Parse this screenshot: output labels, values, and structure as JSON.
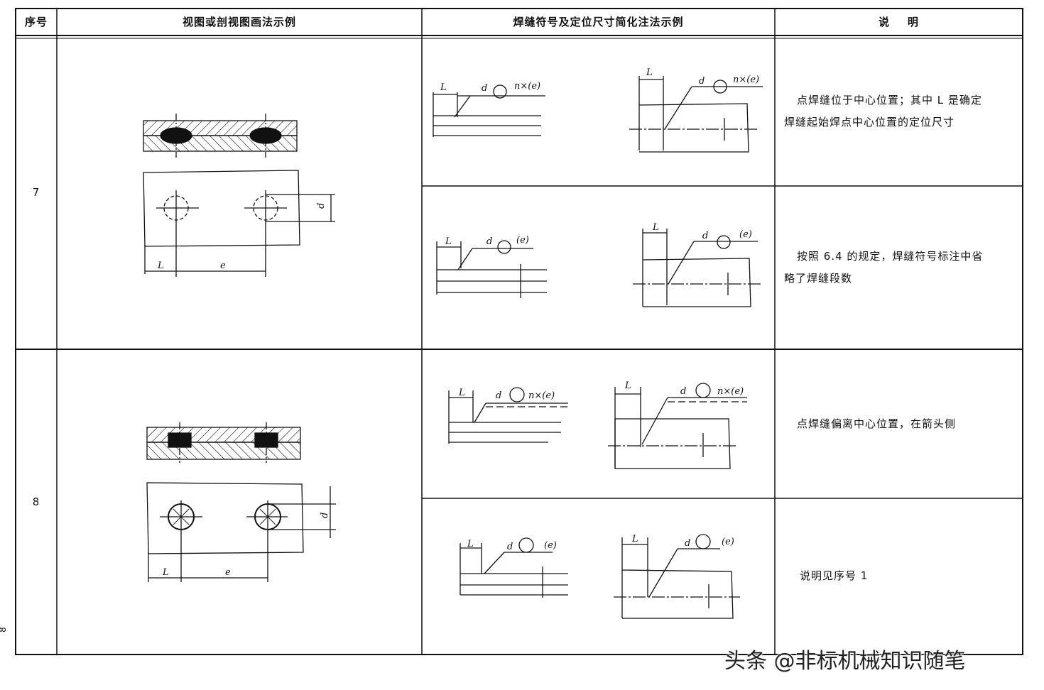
{
  "table": {
    "headers": {
      "seq": "序号",
      "view": "视图或剖视图画法示例",
      "symbol": "焊缝符号及定位尺寸简化注法示例",
      "note": "说    明"
    },
    "rows": [
      {
        "seq": "7",
        "view_labels": {
          "L": "L",
          "e": "e",
          "d": "d"
        },
        "sub": [
          {
            "left": {
              "L": "L",
              "d": "d",
              "n": "n×(e)"
            },
            "right": {
              "L": "L",
              "d": "d",
              "n": "n×(e)"
            },
            "note_line1": "点焊缝位于中心位置；其中 L 是确定",
            "note_line2": "焊缝起始焊点中心位置的定位尺寸"
          },
          {
            "left": {
              "L": "L",
              "d": "d",
              "n": "(e)"
            },
            "right": {
              "L": "L",
              "d": "d",
              "n": "(e)"
            },
            "note_line1": "按照 6.4 的规定，焊缝符号标注中省",
            "note_line2": "略了焊缝段数"
          }
        ]
      },
      {
        "seq": "8",
        "view_labels": {
          "L": "L",
          "e": "e",
          "d": "d"
        },
        "sub": [
          {
            "left": {
              "L": "L",
              "d": "d",
              "n": "n×(e)"
            },
            "right": {
              "L": "L",
              "d": "d",
              "n": "n×(e)"
            },
            "note_line1": "点焊缝偏离中心位置，在箭头侧",
            "note_line2": ""
          },
          {
            "left": {
              "L": "L",
              "d": "d",
              "n": "(e)"
            },
            "right": {
              "L": "L",
              "d": "d",
              "n": "(e)"
            },
            "note_line1": "说明见序号 1",
            "note_line2": ""
          }
        ]
      }
    ]
  },
  "watermark": "头条 @非标机械知识随笔",
  "margin_mark": "8"
}
